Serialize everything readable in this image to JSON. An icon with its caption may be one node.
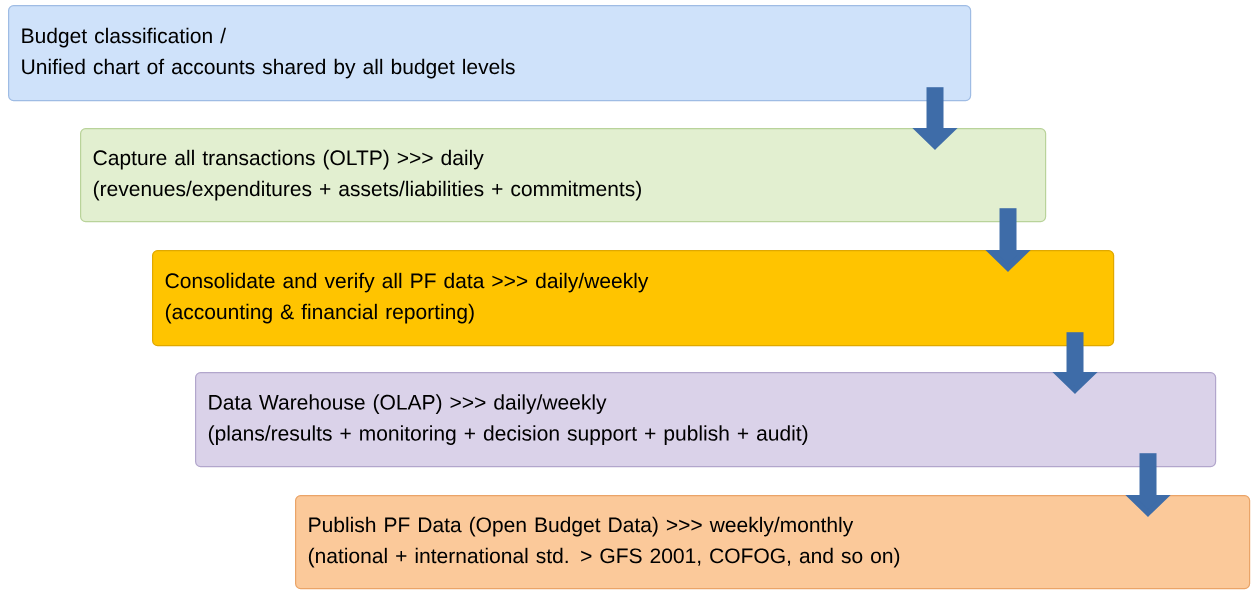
{
  "diagram": {
    "nodes": [
      {
        "text": [
          "Budget classification /",
          "Unified chart of accounts shared by all budget levels"
        ]
      },
      {
        "text": [
          "Capture all transactions (OLTP) >>> daily",
          "(revenues/expenditures + assets/liabilities + commitments)"
        ]
      },
      {
        "text": [
          "Consolidate and verify all PF data >>> daily/weekly",
          "(accounting & financial reporting)"
        ]
      },
      {
        "text": [
          "Data Warehouse (OLAP)  >>> daily/weekly",
          "(plans/results + monitoring + decision support + publish + audit)"
        ]
      },
      {
        "text": [
          "Publish PF Data (Open Budget Data) >>> weekly/monthly",
          "(national + international std. >  GFS 2001, COFOG, and so on)"
        ]
      }
    ],
    "edges": [
      {
        "from": 0,
        "to": 1,
        "arrow": "to"
      },
      {
        "from": 1,
        "to": 2,
        "arrow": "to"
      },
      {
        "from": 2,
        "to": 3,
        "arrow": "to"
      },
      {
        "from": 3,
        "to": 4,
        "arrow": "to"
      }
    ]
  }
}
